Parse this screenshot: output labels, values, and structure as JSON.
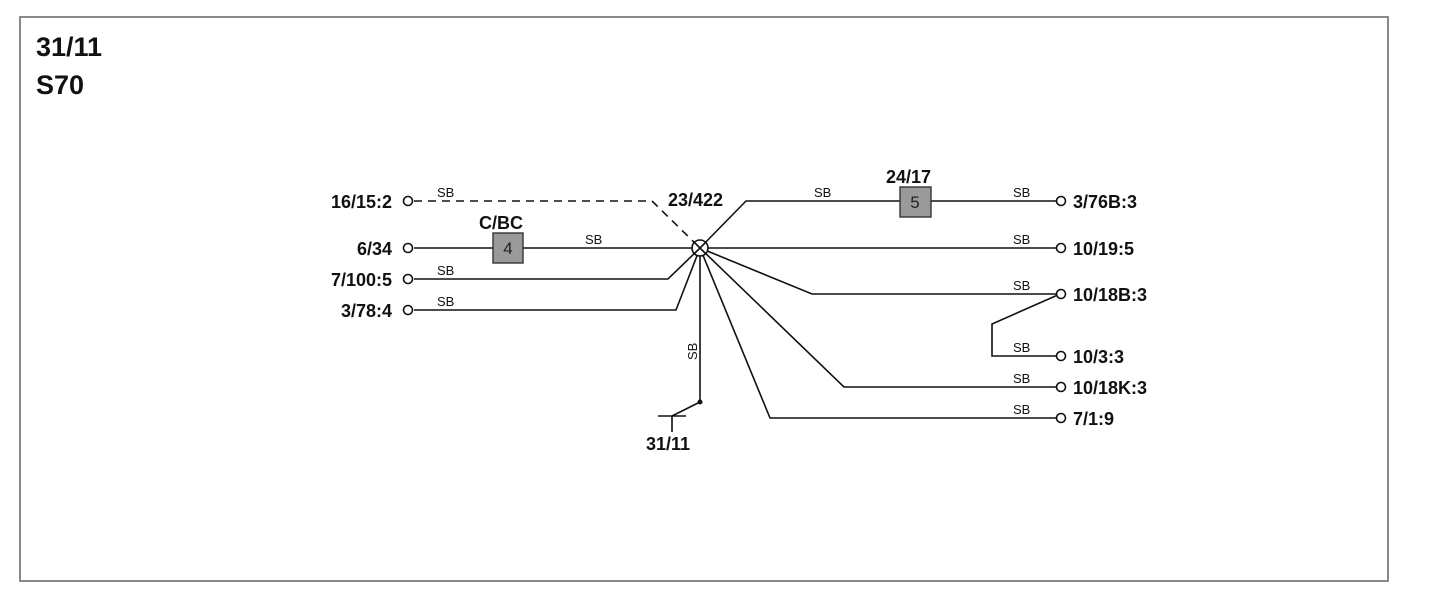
{
  "header": {
    "code": "31/11",
    "model": "S70"
  },
  "colors": {
    "line": "#111111",
    "frame": "#8a8a8a",
    "component_fill": "#9a9a9a"
  },
  "splice": {
    "label": "23/422"
  },
  "ground": {
    "label": "31/11",
    "wire_color": "SB"
  },
  "components": [
    {
      "id": "c_bc",
      "label": "C/BC",
      "number": "4"
    },
    {
      "id": "c_2417",
      "label": "24/17",
      "number": "5"
    }
  ],
  "left_terminals": [
    {
      "label": "16/15:2",
      "wire_color": "SB",
      "style": "dashed"
    },
    {
      "label": "6/34",
      "wire_color": "SB",
      "style": "solid"
    },
    {
      "label": "7/100:5",
      "wire_color": "SB",
      "style": "solid"
    },
    {
      "label": "3/78:4",
      "wire_color": "SB",
      "style": "solid"
    }
  ],
  "right_terminals": [
    {
      "label": "3/76B:3",
      "wire_color_a": "SB",
      "wire_color_b": "SB"
    },
    {
      "label": "10/19:5",
      "wire_color": "SB"
    },
    {
      "label": "10/18B:3",
      "wire_color": "SB"
    },
    {
      "label": "10/3:3",
      "wire_color": "SB"
    },
    {
      "label": "10/18K:3",
      "wire_color": "SB"
    },
    {
      "label": "7/1:9",
      "wire_color": "SB"
    }
  ]
}
